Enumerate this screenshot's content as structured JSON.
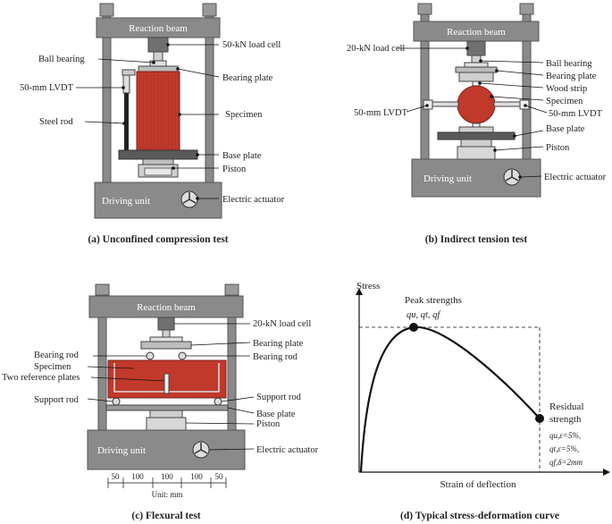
{
  "panels": {
    "a": {
      "caption": "(a) Unconfined compression test",
      "labels": {
        "reaction_beam": "Reaction beam",
        "load_cell": "50-kN load cell",
        "ball_bearing": "Ball bearing",
        "bearing_plate": "Bearing plate",
        "lvdt": "50-mm LVDT",
        "specimen": "Specimen",
        "steel_rod": "Steel rod",
        "base_plate": "Base plate",
        "piston": "Piston",
        "driving_unit": "Driving unit",
        "electric_actuator": "Electric actuator"
      }
    },
    "b": {
      "caption": "(b) Indirect tension test",
      "labels": {
        "reaction_beam": "Reaction beam",
        "load_cell": "20-kN load cell",
        "ball_bearing": "Ball bearing",
        "bearing_plate": "Bearing plate",
        "wood_strip": "Wood strip",
        "specimen": "Specimen",
        "lvdt_left": "50-mm LVDT",
        "lvdt_right": "50-mm LVDT",
        "base_plate": "Base plate",
        "piston": "Piston",
        "driving_unit": "Driving unit",
        "electric_actuator": "Electric actuator"
      }
    },
    "c": {
      "caption": "(c) Flexural test",
      "labels": {
        "reaction_beam": "Reaction beam",
        "load_cell": "20-kN load cell",
        "bearing_plate": "Bearing plate",
        "bearing_rod_left": "Bearing rod",
        "bearing_rod_right": "Bearing rod",
        "specimen": "Specimen",
        "reference_plates": "Two reference plates",
        "support_rod_left": "Support rod",
        "support_rod_right": "Support rod",
        "base_plate": "Base plate",
        "piston": "Piston",
        "driving_unit": "Driving unit",
        "electric_actuator": "Electric actuator"
      },
      "dimensions": [
        "50",
        "100",
        "100",
        "100",
        "50"
      ],
      "unit": "Unit: mm"
    },
    "d": {
      "caption": "(d) Typical stress-deformation curve",
      "y_label": "Stress",
      "x_label": "Strain of deflection",
      "peak_label": "Peak strengths",
      "peak_symbols": "qu, qt, qf",
      "residual_label_1": "Residual",
      "residual_label_2": "strength",
      "residual_sym_1": "qu,ε=5%,",
      "residual_sym_2": "qt,ε=5%,",
      "residual_sym_3": "qf,δ=2mm"
    }
  },
  "colors": {
    "specimen": "#c0392b",
    "frame": "#8a8a8a",
    "frame_dark": "#555555",
    "line": "#111111"
  }
}
